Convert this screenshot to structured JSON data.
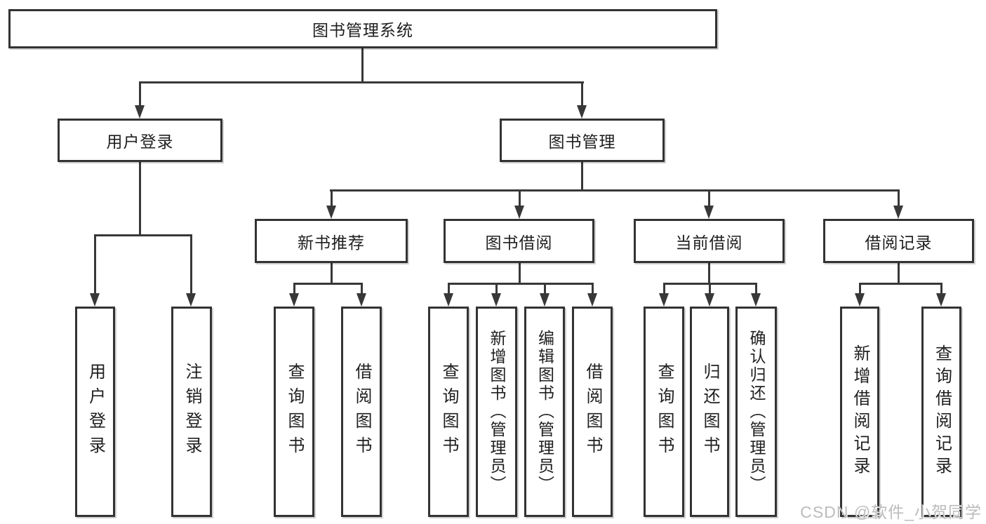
{
  "colors": {
    "bg": "#ffffff",
    "border": "#333333",
    "line": "#383838",
    "text": "#1f1f1f",
    "watermark": "#bcbcbc"
  },
  "tree": {
    "root": {
      "label": "图书管理系统"
    },
    "level2": [
      {
        "label": "用户登录",
        "children": [
          {
            "label": "用户登录"
          },
          {
            "label": "注销登录"
          }
        ]
      },
      {
        "label": "图书管理"
      }
    ],
    "level3": [
      {
        "label": "新书推荐",
        "children": [
          {
            "label": "查询图书"
          },
          {
            "label": "借阅图书"
          }
        ]
      },
      {
        "label": "图书借阅",
        "children": [
          {
            "label": "查询图书"
          },
          {
            "label": "新增图书（管理员）"
          },
          {
            "label": "编辑图书（管理员）"
          },
          {
            "label": "借阅图书"
          }
        ]
      },
      {
        "label": "当前借阅",
        "children": [
          {
            "label": "查询图书"
          },
          {
            "label": "归还图书"
          },
          {
            "label": "确认归还（管理员）"
          }
        ]
      },
      {
        "label": "借阅记录",
        "children": [
          {
            "label": "新增借阅记录"
          },
          {
            "label": "查询借阅记录"
          }
        ]
      }
    ]
  },
  "watermark": {
    "text": "CSDN @软件_小贺同学"
  }
}
